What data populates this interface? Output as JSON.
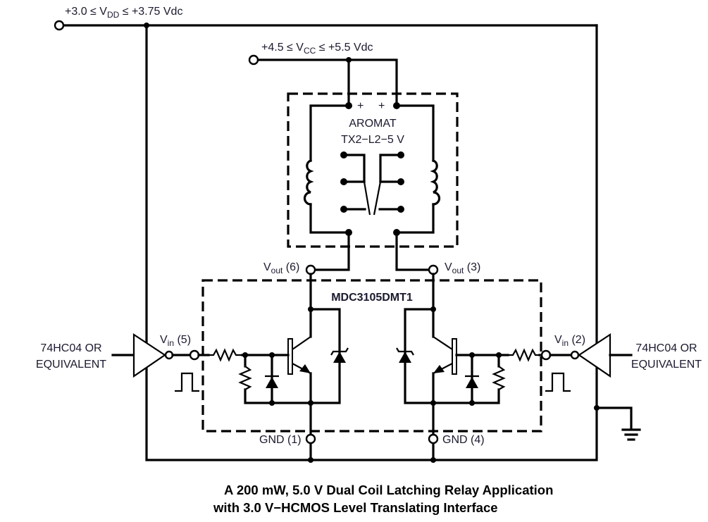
{
  "supplies": {
    "vdd": {
      "prefix": "+3.0 ≤ V",
      "sub": "DD",
      "suffix": " ≤ +3.75 Vdc"
    },
    "vcc": {
      "prefix": "+4.5 ≤ V",
      "sub": "CC",
      "suffix": " ≤ +5.5 Vdc"
    }
  },
  "relay": {
    "brand": "AROMAT",
    "model": "TX2−L2−5 V",
    "pin_marks": [
      "+",
      "+"
    ]
  },
  "ic": {
    "part": "MDC3105DMT1",
    "pins": {
      "vout6": {
        "name": "V",
        "sub": "out",
        "num": " (6)"
      },
      "vout3": {
        "name": "V",
        "sub": "out",
        "num": " (3)"
      },
      "vin5": {
        "name": "V",
        "sub": "in",
        "num": " (5)"
      },
      "vin2": {
        "name": "V",
        "sub": "in",
        "num": " (2)"
      },
      "gnd1": "GND (1)",
      "gnd4": "GND (4)"
    }
  },
  "drivers": {
    "left": [
      "74HC04 OR",
      "EQUIVALENT"
    ],
    "right": [
      "74HC04 OR",
      "EQUIVALENT"
    ]
  },
  "caption": {
    "line1": "A 200 mW, 5.0 V Dual Coil Latching Relay Application",
    "line2": "with 3.0 V−HCMOS Level Translating Interface"
  }
}
